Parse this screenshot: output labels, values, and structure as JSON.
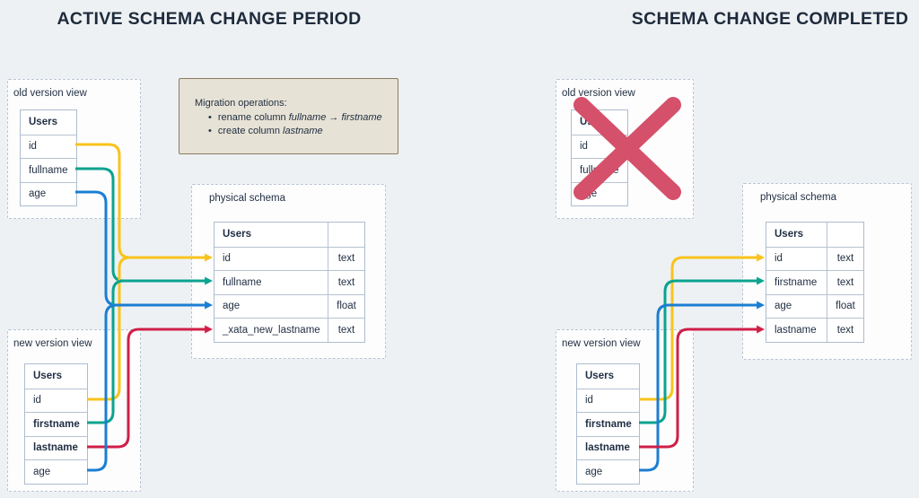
{
  "colors": {
    "yellow": "#f9c31c",
    "teal": "#0aa38f",
    "blue": "#1b7ed2",
    "red": "#d01f47",
    "cross": "#d5506a",
    "background": "#eef1f4",
    "panel_border": "#b9c5d3",
    "table_border": "#b6c2d1",
    "text": "#1f2d42",
    "migration_bg": "#e7e2d6",
    "migration_border": "#8a7a5e"
  },
  "left": {
    "title": "ACTIVE SCHEMA CHANGE PERIOD",
    "old_view": {
      "label": "old version view",
      "table": {
        "header": "Users",
        "rows": [
          "id",
          "fullname",
          "age"
        ]
      }
    },
    "migration": {
      "title": "Migration operations:",
      "bullet_char": "•",
      "bullets": [
        {
          "text": "rename column ",
          "em1": "fullname",
          "mid": " → ",
          "em2": "firstname"
        },
        {
          "text": "create column ",
          "em1": "lastname",
          "mid": "",
          "em2": ""
        }
      ]
    },
    "physical": {
      "label": "physical schema",
      "table": {
        "header": "Users",
        "rows": [
          {
            "name": "id",
            "type": "text"
          },
          {
            "name": "fullname",
            "type": "text"
          },
          {
            "name": "age",
            "type": "float"
          },
          {
            "name": "_xata_new_lastname",
            "type": "text"
          }
        ]
      }
    },
    "new_view": {
      "label": "new version view",
      "table": {
        "header": "Users",
        "rows": [
          "id",
          "firstname",
          "lastname",
          "age"
        ]
      }
    }
  },
  "right": {
    "title": "SCHEMA CHANGE COMPLETED",
    "old_view": {
      "label": "old version view",
      "table": {
        "header": "Users",
        "rows": [
          "id",
          "fullname",
          "age"
        ]
      }
    },
    "physical": {
      "label": "physical schema",
      "table": {
        "header": "Users",
        "rows": [
          {
            "name": "id",
            "type": "text"
          },
          {
            "name": "firstname",
            "type": "text"
          },
          {
            "name": "age",
            "type": "float"
          },
          {
            "name": "lastname",
            "type": "text"
          }
        ]
      }
    },
    "new_view": {
      "label": "new version view",
      "table": {
        "header": "Users",
        "rows": [
          "id",
          "firstname",
          "lastname",
          "age"
        ]
      }
    }
  }
}
